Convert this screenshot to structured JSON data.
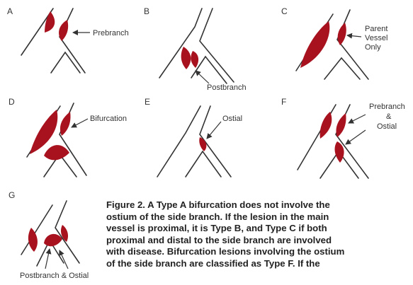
{
  "colors": {
    "vessel": "#333333",
    "lesion": "#a8121f",
    "background": "#ffffff"
  },
  "panels": [
    {
      "letter": "A",
      "labels": [
        "Prebranch"
      ]
    },
    {
      "letter": "B",
      "labels": [
        "Postbranch"
      ]
    },
    {
      "letter": "C",
      "labels": [
        "Parent",
        "Vessel",
        "Only"
      ]
    },
    {
      "letter": "D",
      "labels": [
        "Bifurcation"
      ]
    },
    {
      "letter": "E",
      "labels": [
        "Ostial"
      ]
    },
    {
      "letter": "F",
      "labels": [
        "Prebranch",
        "&",
        "Ostial"
      ]
    },
    {
      "letter": "G",
      "labels": [
        "Postbranch & Ostial"
      ]
    }
  ],
  "caption": [
    "Figure 2. A Type A bifurcation does not involve the",
    "ostium of the side branch. If the lesion in the main",
    "vessel is proximal, it is Type B, and Type C if both",
    "proximal and distal to the side branch are involved",
    "with disease. Bifurcation lesions involving the ostium",
    "of the side branch are classified as Type F. If the"
  ]
}
